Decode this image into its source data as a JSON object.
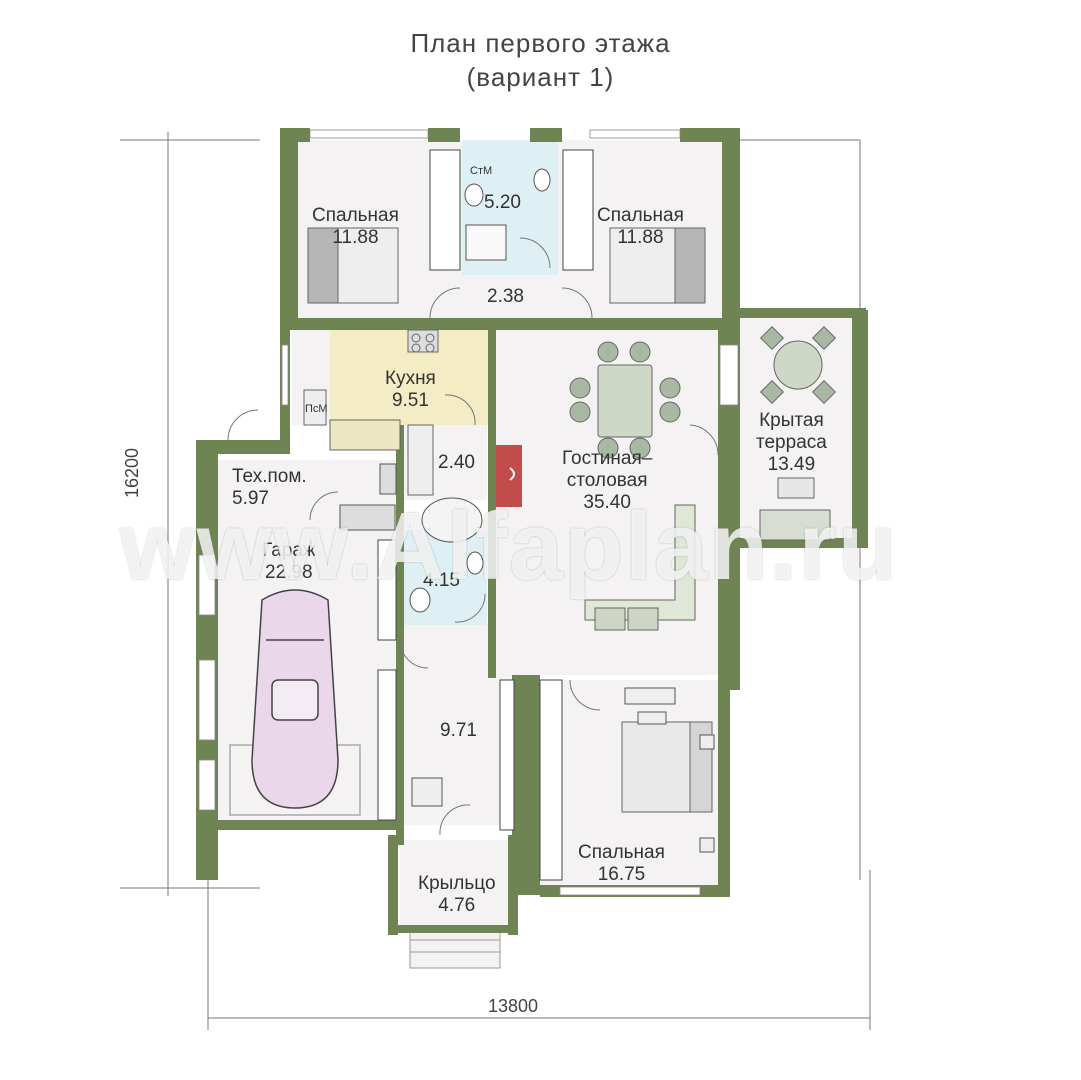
{
  "title": {
    "line1": "План первого этажа",
    "line2": "(вариант 1)"
  },
  "colors": {
    "wall": "#6f8453",
    "room_floor": "#f4f2f2",
    "kitchen_floor": "#f3ecc4",
    "bathroom_floor": "#dff0f5",
    "car_fill": "#ead7ea"
  },
  "rooms": {
    "bedroom_left": {
      "name": "Спальная",
      "area": "11.88"
    },
    "bathroom_top": {
      "label": "СтМ",
      "area": "5.20"
    },
    "bedroom_right": {
      "name": "Спальная",
      "area": "11.88"
    },
    "hall_top": {
      "area": "2.38"
    },
    "kitchen": {
      "name": "Кухня",
      "area": "9.51",
      "label": "ПсМ"
    },
    "tech_room": {
      "name": "Тех.пом.",
      "area": "5.97"
    },
    "pantry": {
      "area": "2.40"
    },
    "living": {
      "name_line1": "Гостиная–",
      "name_line2": "столовая",
      "area": "35.40"
    },
    "terrace": {
      "name_line1": "Крытая",
      "name_line2": "терраса",
      "area": "13.49"
    },
    "garage": {
      "name": "Гараж",
      "area": "22.98"
    },
    "bathroom_mid": {
      "area": "4.15"
    },
    "hall": {
      "area": "9.71"
    },
    "bedroom_master": {
      "name": "Спальная",
      "area": "16.75"
    },
    "porch": {
      "name": "Крыльцо",
      "area": "4.76"
    }
  },
  "dimensions": {
    "width": "13800",
    "height": "16200"
  },
  "watermark": "www.Alfaplan.ru"
}
